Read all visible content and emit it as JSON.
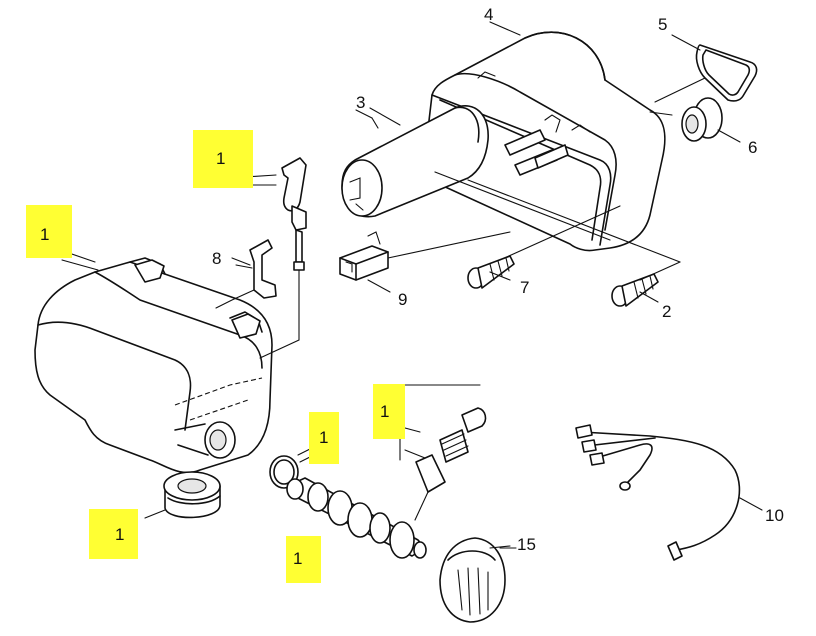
{
  "callouts": {
    "p1a": "1",
    "p1b": "1",
    "p1c": "1",
    "p1d": "1",
    "p1e": "1",
    "p1f": "1",
    "p2": "2",
    "p3": "3",
    "p4": "4",
    "p5": "5",
    "p6": "6",
    "p7": "7",
    "p8": "8",
    "p9": "9",
    "p10": "10",
    "p15": "15"
  },
  "colors": {
    "highlight": "#ffff33",
    "line": "#111111",
    "background": "#ffffff"
  }
}
